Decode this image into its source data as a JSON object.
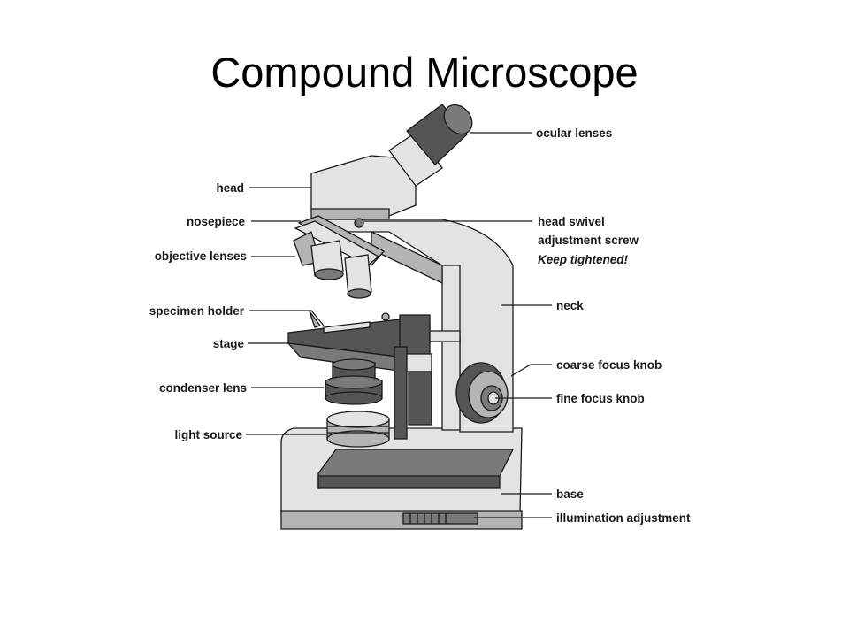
{
  "title": "Compound Microscope",
  "colors": {
    "light": "#e3e3e3",
    "mid": "#b4b4b4",
    "dark": "#7a7a7a",
    "darker": "#555555",
    "outline": "#1a1a1a"
  },
  "labels": {
    "left": {
      "head": "head",
      "nosepiece": "nosepiece",
      "objective_lenses": "objective lenses",
      "specimen_holder": "specimen holder",
      "stage": "stage",
      "condenser_lens": "condenser lens",
      "light_source": "light source"
    },
    "right": {
      "ocular_lenses": "ocular lenses",
      "head_swivel_line1": "head swivel",
      "head_swivel_line2": "adjustment screw",
      "head_swivel_note": "Keep tightened!",
      "neck": "neck",
      "coarse_focus_knob": "coarse focus knob",
      "fine_focus_knob": "fine focus knob",
      "base": "base",
      "illumination_adjustment": "illumination adjustment"
    }
  }
}
